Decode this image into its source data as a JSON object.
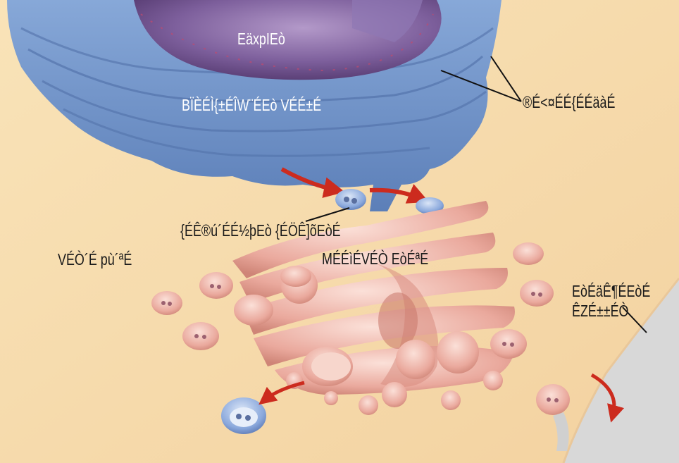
{
  "labels": {
    "nucleus": "EäxpIEò",
    "rough_er": "BÏÈÉÌ{±ÉÎW¨ÉEò VÉÉ±É",
    "ribosomes": "®É<¤ÉÉ{ÉÉäàÉ",
    "transport_vesicle": "{ÉÊ®ú´ÉÉ½þEò {ÉÖÊ]õEòÉ",
    "cytoplasm": "VÉÒ´É pù´ªÉ",
    "golgi": "MÉÉìÉVÉÒ EòÉªÉ",
    "plasma_membrane_line1": "EòÉäÊ¶ÉEòÉ",
    "plasma_membrane_line2": "ÊZÉ±±ÉÒ"
  },
  "colors": {
    "cytoplasm": "#f7dcae",
    "nucleus": "#7a5a98",
    "endoplasmic_reticulum": "#6f93c9",
    "golgi": "#e7a79c",
    "vesicle_blue": "#7f9fd6",
    "vesicle_pink": "#f0b9ae",
    "arrow": "#cc2b1e",
    "outside": "#d6d6d6"
  }
}
